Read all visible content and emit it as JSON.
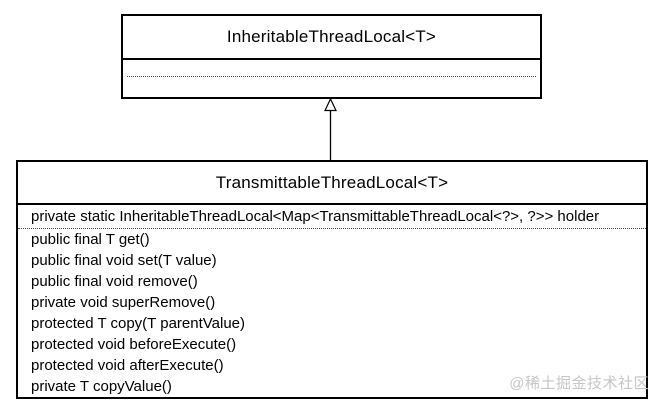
{
  "diagram": {
    "parent_class": {
      "title": "InheritableThreadLocal<T>"
    },
    "child_class": {
      "title": "TransmittableThreadLocal<T>",
      "attributes": [
        "private static InheritableThreadLocal<Map<TransmittableThreadLocal<?>, ?>> holder"
      ],
      "methods": [
        "public final T get()",
        "public final void set(T value)",
        "public final void remove()",
        "private void superRemove()",
        "protected T copy(T parentValue)",
        "protected void beforeExecute()",
        "protected void afterExecute()",
        "private T copyValue()"
      ]
    },
    "relation": {
      "type": "generalization",
      "from": "TransmittableThreadLocal<T>",
      "to": "InheritableThreadLocal<T>"
    },
    "watermark": "@稀土掘金技术社区",
    "colors": {
      "border": "#000000",
      "text": "#000000",
      "background": "#ffffff",
      "watermark": "#c6c6c6"
    }
  }
}
